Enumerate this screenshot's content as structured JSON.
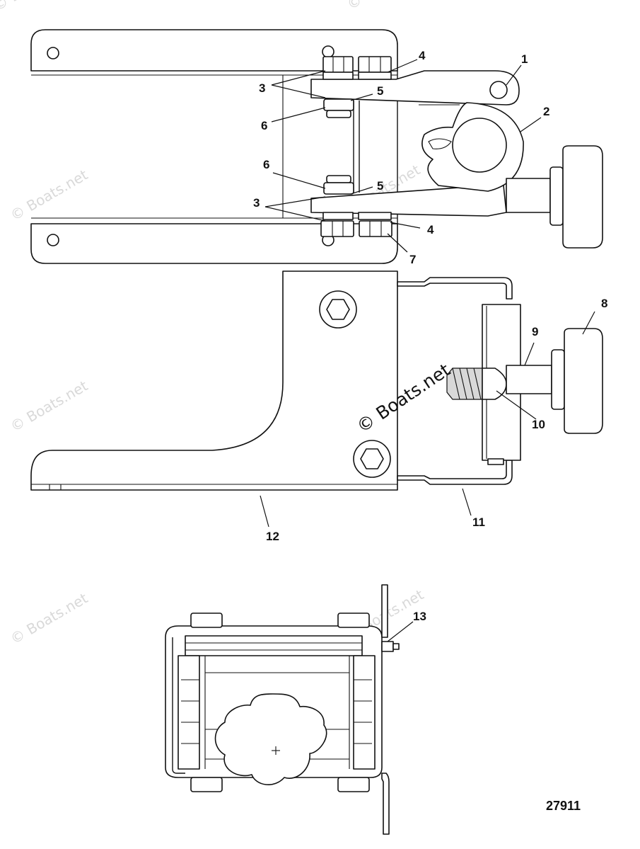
{
  "callouts": {
    "c1": "1",
    "c2": "2",
    "c3a": "3",
    "c3b": "3",
    "c4a": "4",
    "c4b": "4",
    "c5a": "5",
    "c5b": "5",
    "c6a": "6",
    "c6b": "6",
    "c7": "7",
    "c8": "8",
    "c9": "9",
    "c10": "10",
    "c11": "11",
    "c12": "12",
    "c13": "13"
  },
  "diagram_id": "27911",
  "watermarks": {
    "main": "© Boats.net",
    "faint": "© Boats.net"
  }
}
